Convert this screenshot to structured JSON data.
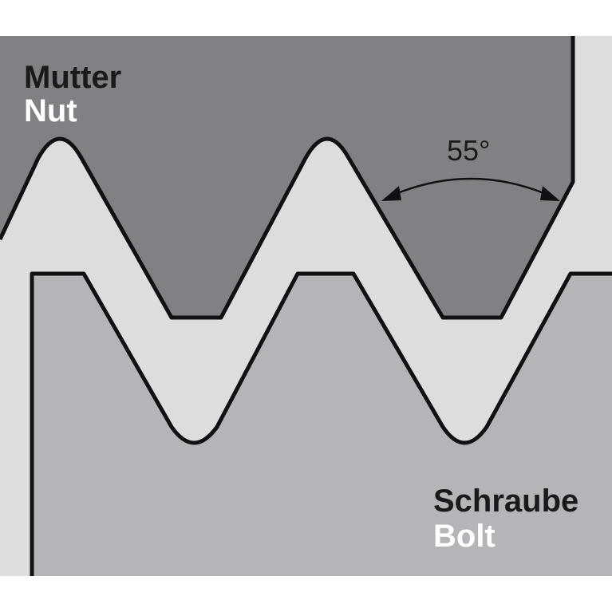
{
  "labels": {
    "nut_de": "Mutter",
    "nut_en": "Nut",
    "bolt_de": "Schraube",
    "bolt_en": "Bolt",
    "angle": "55°"
  },
  "colors": {
    "background": "#ffffff",
    "gap": "#dcdddf",
    "nut": "#808184",
    "bolt": "#b3b5b8",
    "outline": "#111111",
    "text_dark": "#1a1a1a",
    "text_light": "#ffffff"
  }
}
